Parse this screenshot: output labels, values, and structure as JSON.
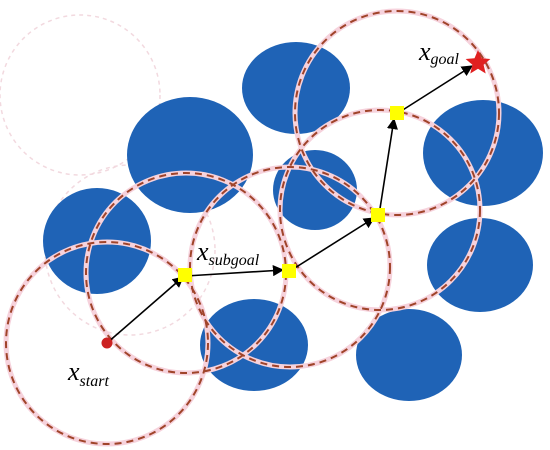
{
  "labels": {
    "goal": {
      "main": "x",
      "sub": "goal"
    },
    "subgoal": {
      "main": "x",
      "sub": "subgoal"
    },
    "start": {
      "main": "x",
      "sub": "start"
    }
  },
  "colors": {
    "obstacle": "#1f63b6",
    "sampling_circle": "#a0442a",
    "waypoint": "#ffff00",
    "start_node": "#cc2222",
    "goal_star": "#e02020",
    "path": "#000000"
  },
  "icons": {
    "goal": "star-icon",
    "start": "dot-icon",
    "waypoint": "square-icon"
  }
}
